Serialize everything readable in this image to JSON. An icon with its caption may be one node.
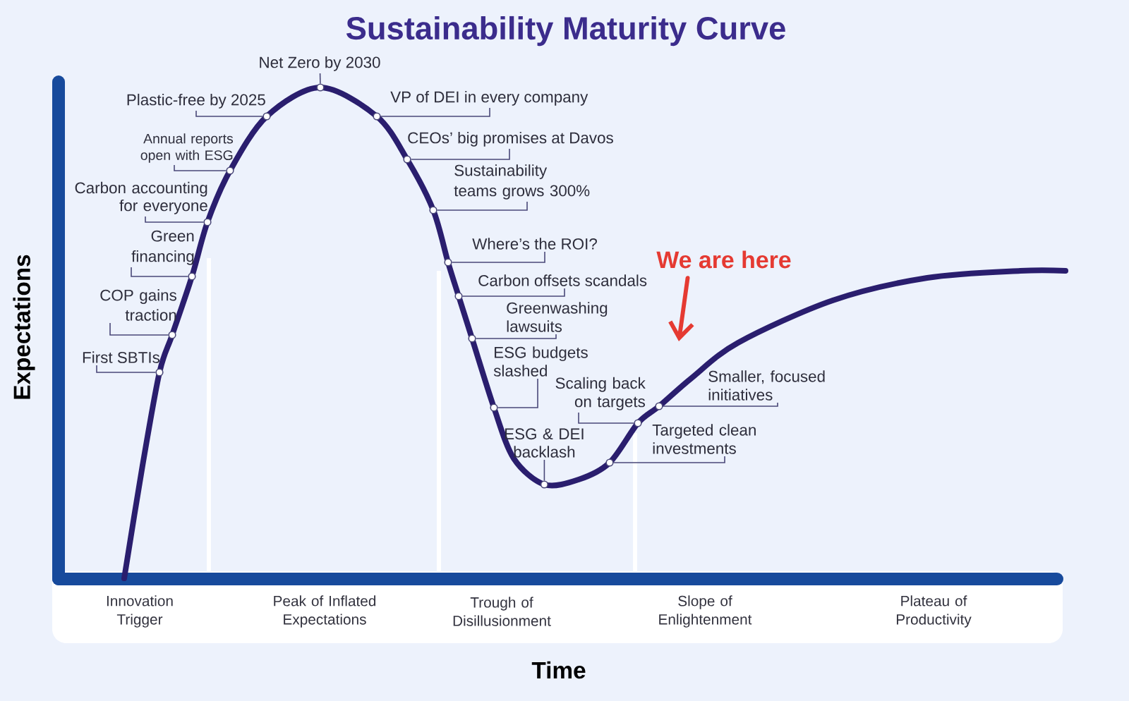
{
  "diagram": {
    "title": "Sustainability Maturity Curve",
    "nodes": [
      {
        "text": [
          "First SBTIs"
        ]
      },
      {
        "text": [
          "COP gains traction"
        ]
      },
      {
        "text": [
          "Green financing"
        ]
      },
      {
        "text": [
          "Carbon accounting for everyone"
        ]
      },
      {
        "text": [
          "Annual reports open with ESG"
        ]
      },
      {
        "text": [
          "Plastic-free by 2025"
        ]
      },
      {
        "text": [
          "Net Zero by 2030"
        ]
      },
      {
        "text": [
          "VP of DEI in every company"
        ]
      },
      {
        "text": [
          "CEOs’ big promises at Davos"
        ]
      },
      {
        "text": [
          "Sustainability teams grows 300%"
        ]
      },
      {
        "text": [
          "Where’s the ROI?"
        ]
      },
      {
        "text": [
          "Carbon offsets scandals"
        ]
      },
      {
        "text": [
          "Greenwashing lawsuits"
        ]
      },
      {
        "text": [
          "ESG budgets slashed"
        ]
      },
      {
        "text": [
          "ESG & DEI backlash"
        ]
      },
      {
        "text": [
          "Scaling back on targets"
        ]
      },
      {
        "text": [
          "Targeted clean investments"
        ]
      },
      {
        "text": [
          "Smaller, focused initiatives"
        ]
      },
      {
        "text": [
          "We are here"
        ]
      },
      {
        "text": [],
        "shape": "circle"
      },
      {
        "text": [],
        "shape": "circle"
      },
      {
        "text": [],
        "shape": "circle"
      },
      {
        "text": [],
        "shape": "circle"
      },
      {
        "text": [],
        "shape": "circle"
      },
      {
        "text": [],
        "shape": "circle"
      },
      {
        "text": [],
        "shape": "circle"
      },
      {
        "text": [],
        "shape": "circle"
      },
      {
        "text": [],
        "shape": "circle"
      },
      {
        "text": [],
        "shape": "circle"
      },
      {
        "text": [],
        "shape": "circle"
      },
      {
        "text": [],
        "shape": "circle"
      },
      {
        "text": [],
        "shape": "circle"
      },
      {
        "text": [],
        "shape": "circle"
      },
      {
        "text": [],
        "shape": "circle"
      },
      {
        "text": [],
        "shape": "circle"
      },
      {
        "text": [],
        "shape": "circle"
      },
      {
        "text": [],
        "shape": "circle"
      }
    ],
    "edges": [
      {
        "from": 0,
        "to": 19,
        "arrow": "none"
      },
      {
        "from": 1,
        "to": 20,
        "arrow": "none"
      },
      {
        "from": 2,
        "to": 21,
        "arrow": "none"
      },
      {
        "from": 3,
        "to": 22,
        "arrow": "none"
      },
      {
        "from": 4,
        "to": 23,
        "arrow": "none"
      },
      {
        "from": 5,
        "to": 24,
        "arrow": "none"
      },
      {
        "from": 6,
        "to": 25,
        "arrow": "none"
      },
      {
        "from": 7,
        "to": 26,
        "arrow": "none"
      },
      {
        "from": 8,
        "to": 27,
        "arrow": "none"
      },
      {
        "from": 9,
        "to": 28,
        "arrow": "none"
      },
      {
        "from": 10,
        "to": 29,
        "arrow": "none"
      },
      {
        "from": 11,
        "to": 30,
        "arrow": "none"
      },
      {
        "from": 12,
        "to": 31,
        "arrow": "none"
      },
      {
        "from": 13,
        "to": 32,
        "arrow": "none"
      },
      {
        "from": 14,
        "to": 33,
        "arrow": "none"
      },
      {
        "from": 15,
        "to": 35,
        "arrow": "none"
      },
      {
        "from": 16,
        "to": 34,
        "arrow": "none"
      },
      {
        "from": 17,
        "to": 36,
        "arrow": "none"
      },
      {
        "from": 18,
        "to": null,
        "arrow": "to",
        "style": "thick",
        "color": "#e53a32"
      }
    ],
    "labels": [
      "Expectations",
      "Innovation Trigger",
      "Peak of Inflated Expectations",
      "Trough of Disillusionment",
      "Slope of Enlightenment",
      "Plateau of Productivity",
      "Time"
    ]
  }
}
